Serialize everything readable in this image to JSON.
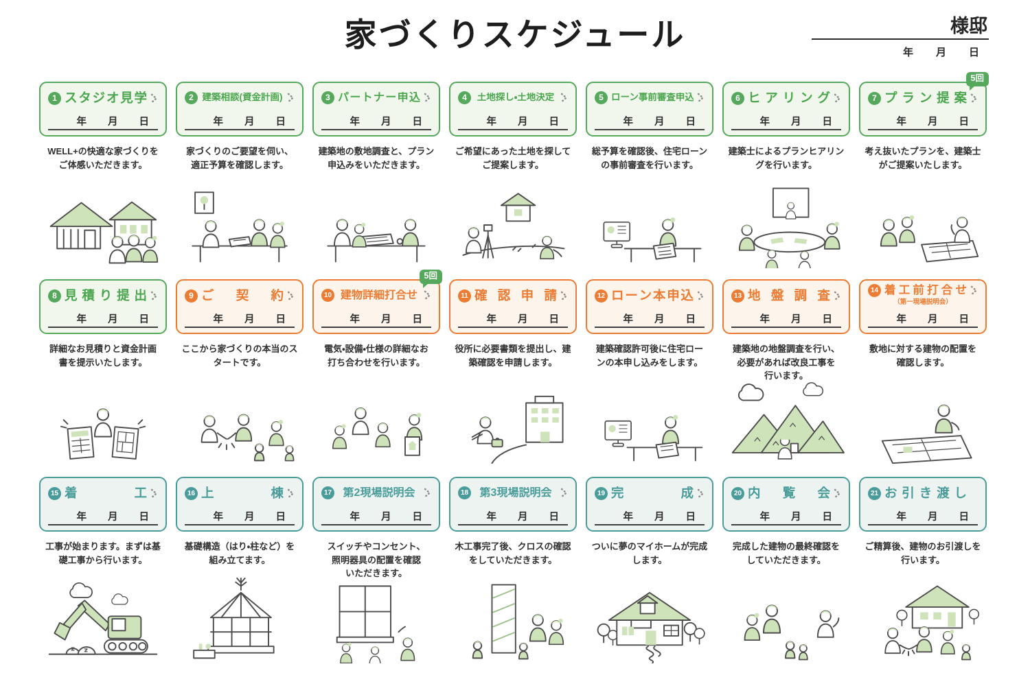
{
  "page_title": "家づくりスケジュール",
  "owner": {
    "name_suffix": "様邸"
  },
  "date_labels": {
    "year": "年",
    "month": "月",
    "day": "日"
  },
  "colors": {
    "green": "#55a85c",
    "orange": "#ec7c33",
    "teal": "#4a9c9b",
    "badge": "#55a85c",
    "accent_fill": "#cfe3ba"
  },
  "steps": [
    {
      "n": "1",
      "title": "スタジオ見学",
      "variant": "green",
      "spread": true,
      "has_next": true,
      "desc": "WELL+の快適な家づくりを\nご体感いただきます。",
      "illustration": "studio-tour-illustration"
    },
    {
      "n": "2",
      "title": "建築相談(資金計画)",
      "variant": "green",
      "spread": false,
      "has_next": true,
      "desc": "家づくりのご要望を伺い、\n適正予算を確認します。",
      "illustration": "building-consult-illustration"
    },
    {
      "n": "3",
      "title": "パートナー申込",
      "variant": "green",
      "spread": true,
      "has_next": true,
      "desc": "建築地の敷地調査と、プラン\n申込みをいただきます。",
      "illustration": "partner-apply-illustration"
    },
    {
      "n": "4",
      "title": "土地探し・土地決定",
      "variant": "green",
      "spread": false,
      "has_next": true,
      "desc": "ご希望にあった土地を探して\nご提案します。",
      "illustration": "land-search-illustration"
    },
    {
      "n": "5",
      "title": "ローン事前審査申込",
      "variant": "green",
      "spread": false,
      "has_next": true,
      "desc": "総予算を確認後、住宅ローン\nの事前審査を行います。",
      "illustration": "loan-prescreen-illustration"
    },
    {
      "n": "6",
      "title": "ヒアリング",
      "variant": "green",
      "spread": true,
      "has_next": true,
      "desc": "建築士によるプランヒアリン\nグを行います。",
      "illustration": "hearing-illustration"
    },
    {
      "n": "7",
      "title": "プラン提案",
      "variant": "green",
      "spread": true,
      "has_next": true,
      "count_badge": "5回",
      "desc": "考え抜いたプランを、建築士\nがご提案いたします。",
      "illustration": "plan-proposal-illustration"
    },
    {
      "n": "8",
      "title": "見積り提出",
      "variant": "green",
      "spread": true,
      "has_next": true,
      "desc": "詳細なお見積りと資金計画\n書を提示いたします。",
      "illustration": "estimate-illustration"
    },
    {
      "n": "9",
      "title": "ご契約",
      "variant": "orange",
      "spread": true,
      "has_next": true,
      "desc": "ここから家づくりの本当のス\nタートです。",
      "illustration": "contract-illustration"
    },
    {
      "n": "10",
      "title": "建物詳細打合せ",
      "variant": "orange",
      "spread": false,
      "has_next": true,
      "count_badge": "5回",
      "desc": "電気・設備・仕様の詳細なお\n打ち合わせを行います。",
      "illustration": "detail-meeting-illustration"
    },
    {
      "n": "11",
      "title": "確認申請",
      "variant": "orange",
      "spread": true,
      "has_next": true,
      "desc": "役所に必要書類を提出し、建\n築確認を申請します。",
      "illustration": "confirm-apply-illustration"
    },
    {
      "n": "12",
      "title": "ローン本申込",
      "variant": "orange",
      "spread": true,
      "has_next": true,
      "desc": "建築確認許可後に住宅ロー\nンの本申し込みをします。",
      "illustration": "loan-apply-illustration"
    },
    {
      "n": "13",
      "title": "地盤調査",
      "variant": "orange",
      "spread": true,
      "has_next": true,
      "desc": "建築地の地盤調査を行い、\n必要があれば改良工事を\n行います。",
      "illustration": "ground-survey-illustration"
    },
    {
      "n": "14",
      "title": "着工前打合せ",
      "subtitle": "（第一現場説明会）",
      "variant": "orange",
      "spread": true,
      "has_next": true,
      "desc": "敷地に対する建物の配置を\n確認します。",
      "illustration": "pre-construction-illustration"
    },
    {
      "n": "15",
      "title": "着工",
      "variant": "teal",
      "spread": true,
      "has_next": true,
      "desc": "工事が始まります。まずは基\n礎工事から行います。",
      "illustration": "groundbreaking-illustration"
    },
    {
      "n": "16",
      "title": "上棟",
      "variant": "teal",
      "spread": true,
      "has_next": true,
      "desc": "基礎構造（はり・柱など）を\n組み立てます。",
      "illustration": "framing-illustration"
    },
    {
      "n": "17",
      "title": "第2現場説明会",
      "variant": "teal",
      "spread": false,
      "has_next": true,
      "desc": "スイッチやコンセント、\n照明器具の配置を確認\nいただきます。",
      "illustration": "site-briefing-2-illustration"
    },
    {
      "n": "18",
      "title": "第3現場説明会",
      "variant": "teal",
      "spread": false,
      "has_next": true,
      "desc": "木工事完了後、クロスの確認\nをしていただきます。",
      "illustration": "site-briefing-3-illustration"
    },
    {
      "n": "19",
      "title": "完成",
      "variant": "teal",
      "spread": true,
      "has_next": true,
      "desc": "ついに夢のマイホームが完成\nします。",
      "illustration": "completion-illustration"
    },
    {
      "n": "20",
      "title": "内覧会",
      "variant": "teal",
      "spread": true,
      "has_next": true,
      "desc": "完成した建物の最終確認を\nしていただきます。",
      "illustration": "viewing-illustration"
    },
    {
      "n": "21",
      "title": "お引き渡し",
      "variant": "teal",
      "spread": true,
      "has_next": false,
      "desc": "ご精算後、建物のお引渡しを\n行います。",
      "illustration": "handover-illustration"
    }
  ]
}
